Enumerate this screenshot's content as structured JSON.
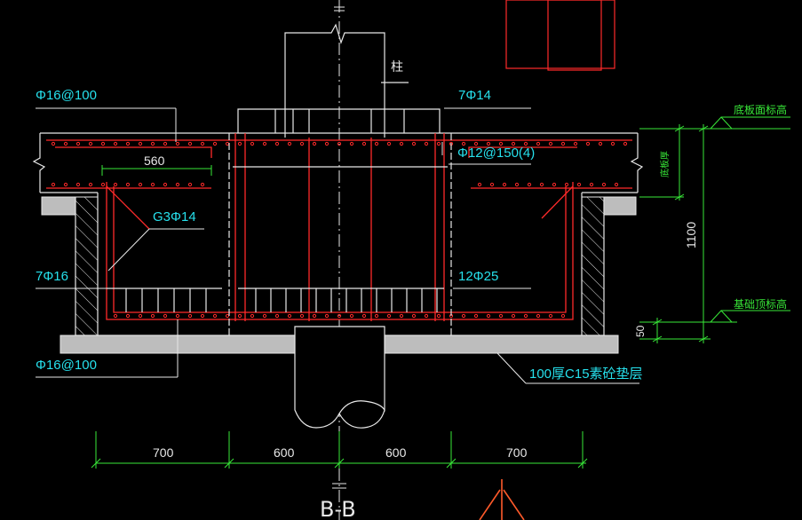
{
  "drawing": {
    "title": "B-B",
    "column_label": "柱",
    "rebar_labels": {
      "top_left": "Φ16@100",
      "top_right": "7Φ14",
      "stirrup": "Φ12@150(4)",
      "dim_560": "560",
      "g3": "G3Φ14",
      "side_left": "7Φ16",
      "bottom_right": "12Φ25",
      "bottom_left": "Φ16@100"
    },
    "callouts": {
      "cushion": "100厚C15素砼垫层",
      "slab_top_elev": "底板面标高",
      "foundation_top_elev": "基础顶标高",
      "slab_thickness": "底板厚"
    },
    "dimensions": {
      "vertical_total": "1100",
      "vertical_small": "50",
      "horizontal": [
        "700",
        "600",
        "600",
        "700"
      ]
    },
    "colors": {
      "background": "#000000",
      "concrete_line": "#e8e8e8",
      "rebar": "#ff2a2a",
      "label": "#26e0ec",
      "dimension": "#38e838",
      "hatch_fill": "#bdbdbd"
    }
  }
}
